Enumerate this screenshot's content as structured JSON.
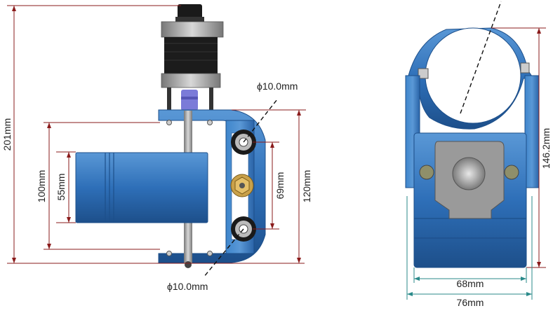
{
  "dimensions": {
    "overall_height": "201mm",
    "hole_top": "ϕ10.0mm",
    "hole_bottom": "ϕ10.0mm",
    "clamp_height": "100mm",
    "body_height": "55mm",
    "hole_spacing": "69mm",
    "bracket_height": "120mm",
    "side_height": "146.2mm",
    "inner_width": "68mm",
    "outer_width": "76mm"
  },
  "colors": {
    "dimension_line": "#8a1b1b",
    "teal_line": "#2a8a8a",
    "body_blue": "#2e6fb8",
    "body_blue_dark": "#1d4f8a",
    "motor_black": "#1a1a1a",
    "motor_silver": "#9a9a9a"
  }
}
